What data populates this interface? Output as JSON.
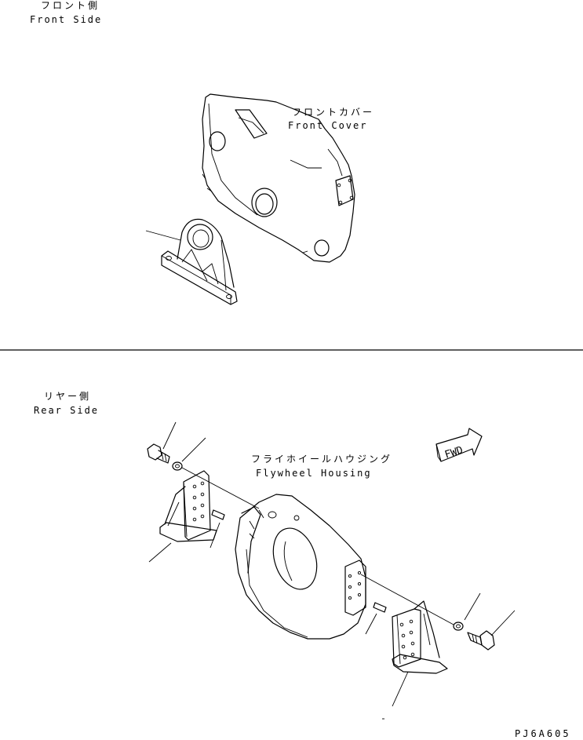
{
  "front_section": {
    "label_jp": "フロント側",
    "label_en": "Front Side"
  },
  "front_cover": {
    "label_jp": "フロントカバー",
    "label_en": "Front Cover"
  },
  "rear_section": {
    "label_jp": "リヤー側",
    "label_en": "Rear Side"
  },
  "flywheel_housing": {
    "label_jp": "フライホイールハウジング",
    "label_en": "Flywheel Housing"
  },
  "fwd_arrow": {
    "label": "FWD"
  },
  "drawing_code": "PJ6A605"
}
